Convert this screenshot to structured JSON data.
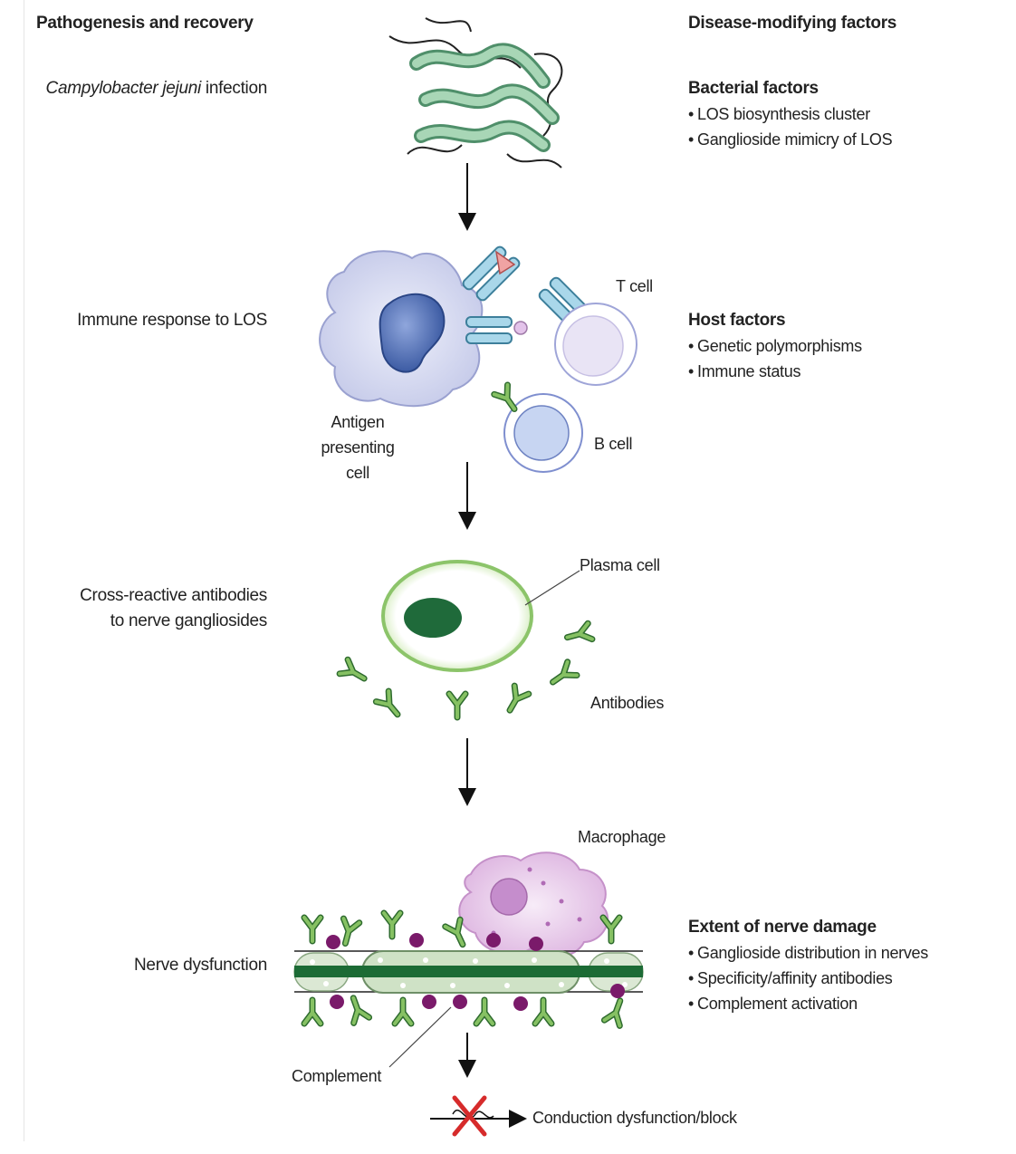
{
  "left_column": {
    "heading": "Pathogenesis and recovery",
    "step1_italic": "Campylobacter jejuni",
    "step1_rest": " infection",
    "step2": "Immune response to LOS",
    "step3_line1": "Cross-reactive antibodies",
    "step3_line2": "to nerve gangliosides",
    "step4": "Nerve dysfunction"
  },
  "right_column": {
    "heading": "Disease-modifying factors",
    "bacterial": {
      "title": "Bacterial factors",
      "items": [
        "LOS biosynthesis cluster",
        "Ganglioside mimicry of LOS"
      ]
    },
    "host": {
      "title": "Host factors",
      "items": [
        "Genetic polymorphisms",
        "Immune status"
      ]
    },
    "nerve": {
      "title": "Extent of nerve damage",
      "items": [
        "Ganglioside distribution in nerves",
        "Specificity/affinity antibodies",
        "Complement activation"
      ]
    }
  },
  "diagram_labels": {
    "t_cell": "T cell",
    "b_cell": "B cell",
    "apc_line1": "Antigen",
    "apc_line2": "presenting",
    "apc_line3": "cell",
    "plasma_cell": "Plasma cell",
    "antibodies": "Antibodies",
    "macrophage": "Macrophage",
    "complement": "Complement",
    "conduction": "Conduction dysfunction/block"
  },
  "colors": {
    "bacteria": "#8fc4a0",
    "apc": "#c9cdea",
    "nucleus_blue": "#3d5fa8",
    "plasma_ring": "#a8d48a",
    "plasma_nucleus": "#1f6a3a",
    "antibody_green": "#7ab55c",
    "macrophage": "#e4c3e6",
    "complement": "#7a1a6a",
    "nerve_dark": "#1c6b35",
    "block_red": "#d62b2b"
  }
}
